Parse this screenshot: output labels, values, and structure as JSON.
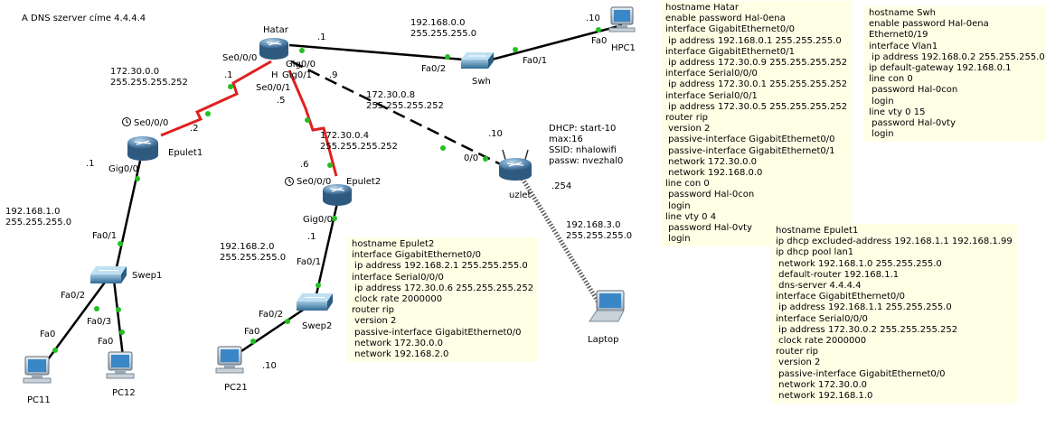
{
  "note": "A DNS szerver címe 4.4.4.4",
  "devices": {
    "hatar": "Hatar",
    "epulet1": "Epulet1",
    "epulet2": "Epulet2",
    "uzlet": "uzlet",
    "swh": "Swh",
    "swep1": "Swep1",
    "swep2": "Swep2",
    "hpc1": "HPC1",
    "pc11": "PC11",
    "pc12": "PC12",
    "pc21": "PC21",
    "laptop": "Laptop"
  },
  "networks": {
    "n192_168_0_0": [
      "192.168.0.0",
      "255.255.255.0"
    ],
    "n172_30_0_0": [
      "172.30.0.0",
      "255.255.255.252"
    ],
    "n172_30_0_4": [
      "172.30.0.4",
      "255.255.255.252"
    ],
    "n172_30_0_8": [
      "172.30.0.8",
      "255.255.255.252"
    ],
    "n192_168_1_0": [
      "192.168.1.0",
      "255.255.255.0"
    ],
    "n192_168_2_0": [
      "192.168.2.0",
      "255.255.255.0"
    ],
    "n192_168_3_0": [
      "192.168.3.0",
      "255.255.255.0"
    ]
  },
  "ports": {
    "hatar_s000": "Se0/0/0",
    "hatar_s001": "Se0/0/1",
    "hatar_g00": "Gig0/0",
    "hatar_g01": "Gig0/1",
    "hatar_h": "H",
    "hatar_dot1": ".1",
    "hatar_dot9": ".9",
    "hatar_dot5": ".5",
    "s000_dot1": ".1",
    "swh_fa02": "Fa0/2",
    "swh_fa01": "Fa0/1",
    "hpc1_fa0": "Fa0",
    "hpc1_dot10": ".10",
    "ep1_s000": "Se0/0/0",
    "ep1_dot2": ".2",
    "ep1_dot1": ".1",
    "ep1_g00": "Gig0/0",
    "ep2_dot6": ".6",
    "ep2_s000": "Se0/0/0",
    "ep2_g00": "Gig0/0",
    "ep2_dot1": ".1",
    "swep1_fa01": "Fa0/1",
    "swep1_fa02": "Fa0/2",
    "swep1_fa03": "Fa0/3",
    "pc11_fa0": "Fa0",
    "pc12_fa0": "Fa0",
    "swep2_fa01": "Fa0/1",
    "swep2_fa02": "Fa0/2",
    "pc21_fa0": "Fa0",
    "pc21_dot10": ".10",
    "uzlet_00": "0/0",
    "uzlet_dot10": ".10",
    "uzlet_dot254": ".254"
  },
  "dhcp_note": [
    "DHCP: start-10",
    "max:16",
    "SSID: nhalowifi",
    "passw: nvezhal0"
  ],
  "configs": {
    "hatar": [
      "hostname Hatar",
      "enable password Hal-0ena",
      "interface GigabitEthernet0/0",
      " ip address 192.168.0.1 255.255.255.0",
      "interface GigabitEthernet0/1",
      " ip address 172.30.0.9 255.255.255.252",
      "interface Serial0/0/0",
      " ip address 172.30.0.1 255.255.255.252",
      "interface Serial0/0/1",
      " ip address 172.30.0.5 255.255.255.252",
      "router rip",
      " version 2",
      " passive-interface GigabitEthernet0/0",
      " passive-interface GigabitEthernet0/1",
      " network 172.30.0.0",
      " network 192.168.0.0",
      "line con 0",
      " password Hal-0con",
      " login",
      "line vty 0 4",
      " password Hal-0vty",
      " login"
    ],
    "swh": [
      "hostname Swh",
      "enable password Hal-0ena",
      "Ethernet0/19",
      "interface Vlan1",
      " ip address 192.168.0.2 255.255.255.0",
      "ip default-gateway 192.168.0.1",
      "line con 0",
      " password Hal-0con",
      " login",
      "line vty 0 15",
      " password Hal-0vty",
      " login"
    ],
    "epulet2": [
      "hostname Epulet2",
      "interface GigabitEthernet0/0",
      " ip address 192.168.2.1 255.255.255.0",
      "interface Serial0/0/0",
      " ip address 172.30.0.6 255.255.255.252",
      " clock rate 2000000",
      "router rip",
      " version 2",
      " passive-interface GigabitEthernet0/0",
      " network 172.30.0.0",
      " network 192.168.2.0"
    ],
    "epulet1": [
      "hostname Epulet1",
      "ip dhcp excluded-address 192.168.1.1 192.168.1.99",
      "ip dhcp pool lan1",
      " network 192.168.1.0 255.255.255.0",
      " default-router 192.168.1.1",
      " dns-server 4.4.4.4",
      "interface GigabitEthernet0/0",
      " ip address 192.168.1.1 255.255.255.0",
      "interface Serial0/0/0",
      " ip address 172.30.0.2 255.255.255.252",
      " clock rate 2000000",
      "router rip",
      " version 2",
      " passive-interface GigabitEthernet0/0",
      " network 172.30.0.0",
      " network 192.168.1.0"
    ]
  },
  "colors": {
    "ethernet_link": "#000000",
    "serial_link": "#e02020",
    "port_up": "#22c022",
    "config_bg": "#ffffe6",
    "router_body": "#3f6f9a",
    "switch_body": "#3f7fa6"
  }
}
